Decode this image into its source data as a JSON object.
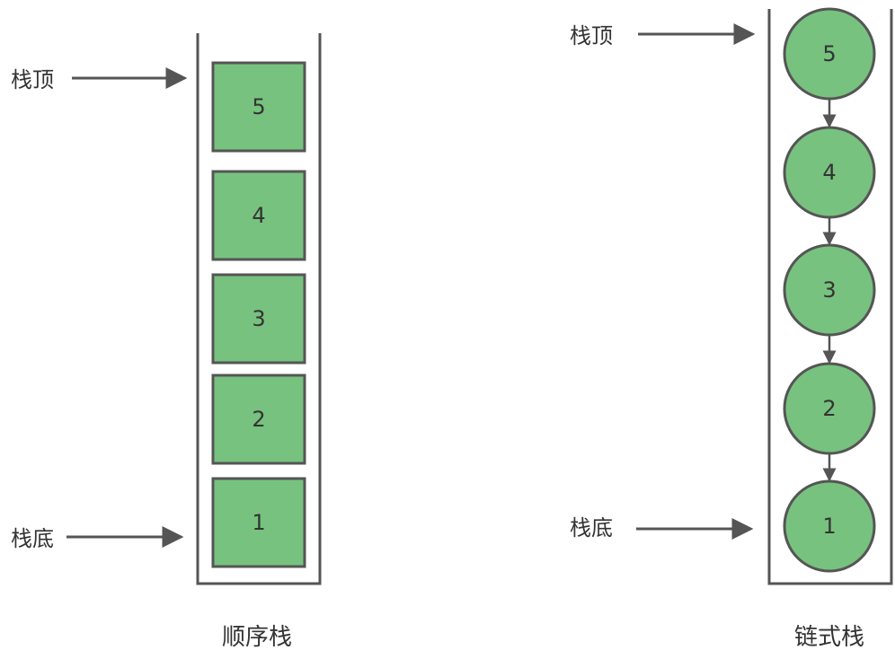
{
  "colors": {
    "node_fill": "#77c27f",
    "stroke": "#555555",
    "text": "#333333"
  },
  "sequential_stack": {
    "caption": "顺序栈",
    "top_label": "栈顶",
    "bottom_label": "栈底",
    "cells": [
      "5",
      "4",
      "3",
      "2",
      "1"
    ]
  },
  "linked_stack": {
    "caption": "链式栈",
    "top_label": "栈顶",
    "bottom_label": "栈底",
    "nodes": [
      "5",
      "4",
      "3",
      "2",
      "1"
    ]
  }
}
